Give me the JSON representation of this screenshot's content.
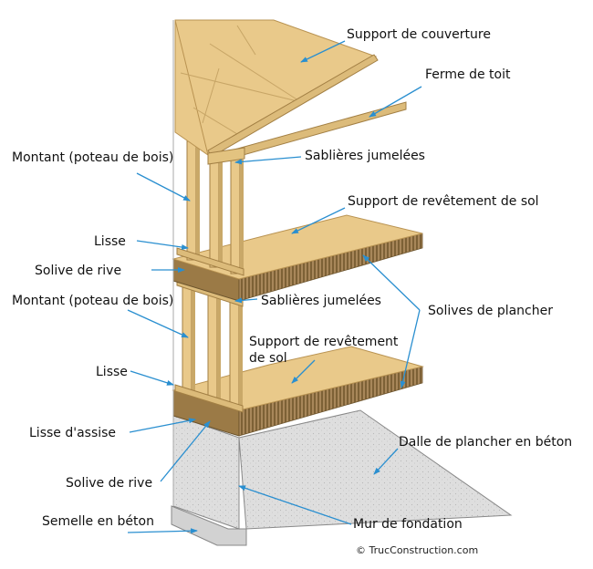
{
  "labels": {
    "support_couverture": "Support de couverture",
    "ferme_toit": "Ferme de toit",
    "montant_haut": "Montant (poteau de bois)",
    "sablieres_haut": "Sablières jumelées",
    "support_revetement_haut": "Support de revêtement de sol",
    "lisse_haut": "Lisse",
    "solive_rive_haut": "Solive de rive",
    "montant_bas": "Montant (poteau de bois)",
    "sablieres_bas": "Sablières jumelées",
    "solives_plancher": "Solives de plancher",
    "support_revetement_bas": "Support de revêtement de sol",
    "lisse_bas": "Lisse",
    "lisse_assise": "Lisse d'assise",
    "dalle_beton": "Dalle de plancher en béton",
    "solive_rive_bas": "Solive de rive",
    "semelle_beton": "Semelle en béton",
    "mur_fondation": "Mur de fondation"
  },
  "copyright": "© TrucConstruction.com",
  "colors": {
    "wood": "#e9c98a",
    "wood_edge": "#b99352",
    "joist": "#a78a55",
    "concrete": "#dcdcdc",
    "arrow": "#2a8fd0"
  }
}
